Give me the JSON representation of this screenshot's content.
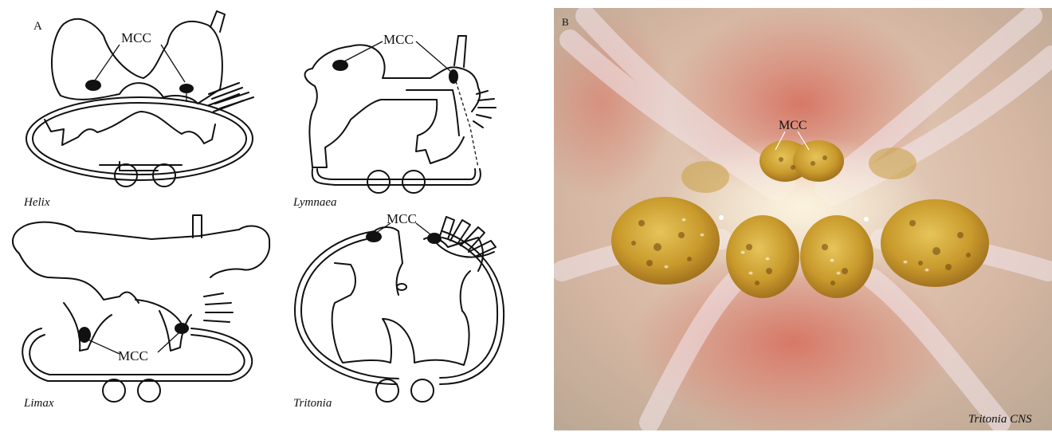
{
  "panel_a": {
    "label": "A",
    "cell_label": "MCC",
    "species": [
      "Helix",
      "Lymnaea",
      "Limax",
      "Tritonia"
    ]
  },
  "panel_b": {
    "label": "B",
    "cell_label": "MCC",
    "caption": "Tritonia CNS"
  },
  "colors": {
    "ganglia": "#c9a12c",
    "sheath": "#d9897a",
    "background": "#cfc0ac"
  }
}
